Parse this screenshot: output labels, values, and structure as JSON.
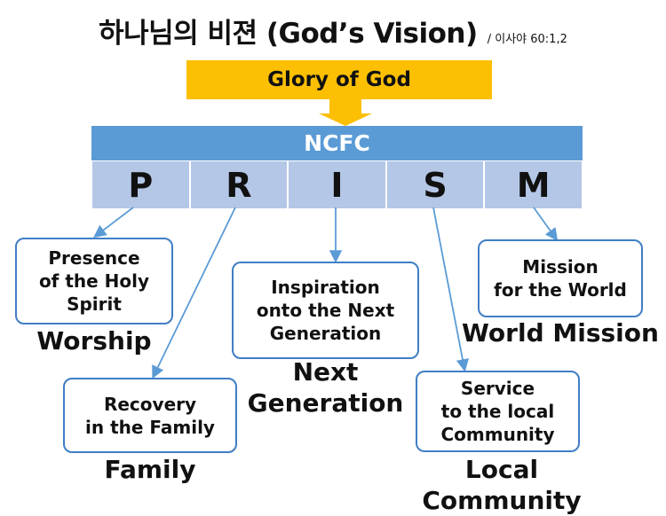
{
  "title": {
    "main": "하나님의 비젼 (God’s Vision)",
    "reference": "/ 이사야 60:1,2"
  },
  "glory": "Glory of God",
  "ncfc": "NCFC",
  "prism": [
    "P",
    "R",
    "I",
    "S",
    "M"
  ],
  "nodes": [
    {
      "box": "Presence\nof the Holy\nSpirit",
      "caption": "Worship"
    },
    {
      "box": "Recovery\nin the Family",
      "caption": "Family"
    },
    {
      "box": "Inspiration\nonto the Next\nGeneration",
      "caption": "Next\nGeneration"
    },
    {
      "box": "Service\nto the local\nCommunity",
      "caption": "Local Community"
    },
    {
      "box": "Mission\nfor the World",
      "caption": "World Mission"
    }
  ],
  "colors": {
    "glory": "#fcbf02",
    "ncfc_bar": "#5b9bd5",
    "prism_cells": "#b4c7e7",
    "box_border": "#3f7ec4",
    "connector": "#5b9bd5"
  }
}
